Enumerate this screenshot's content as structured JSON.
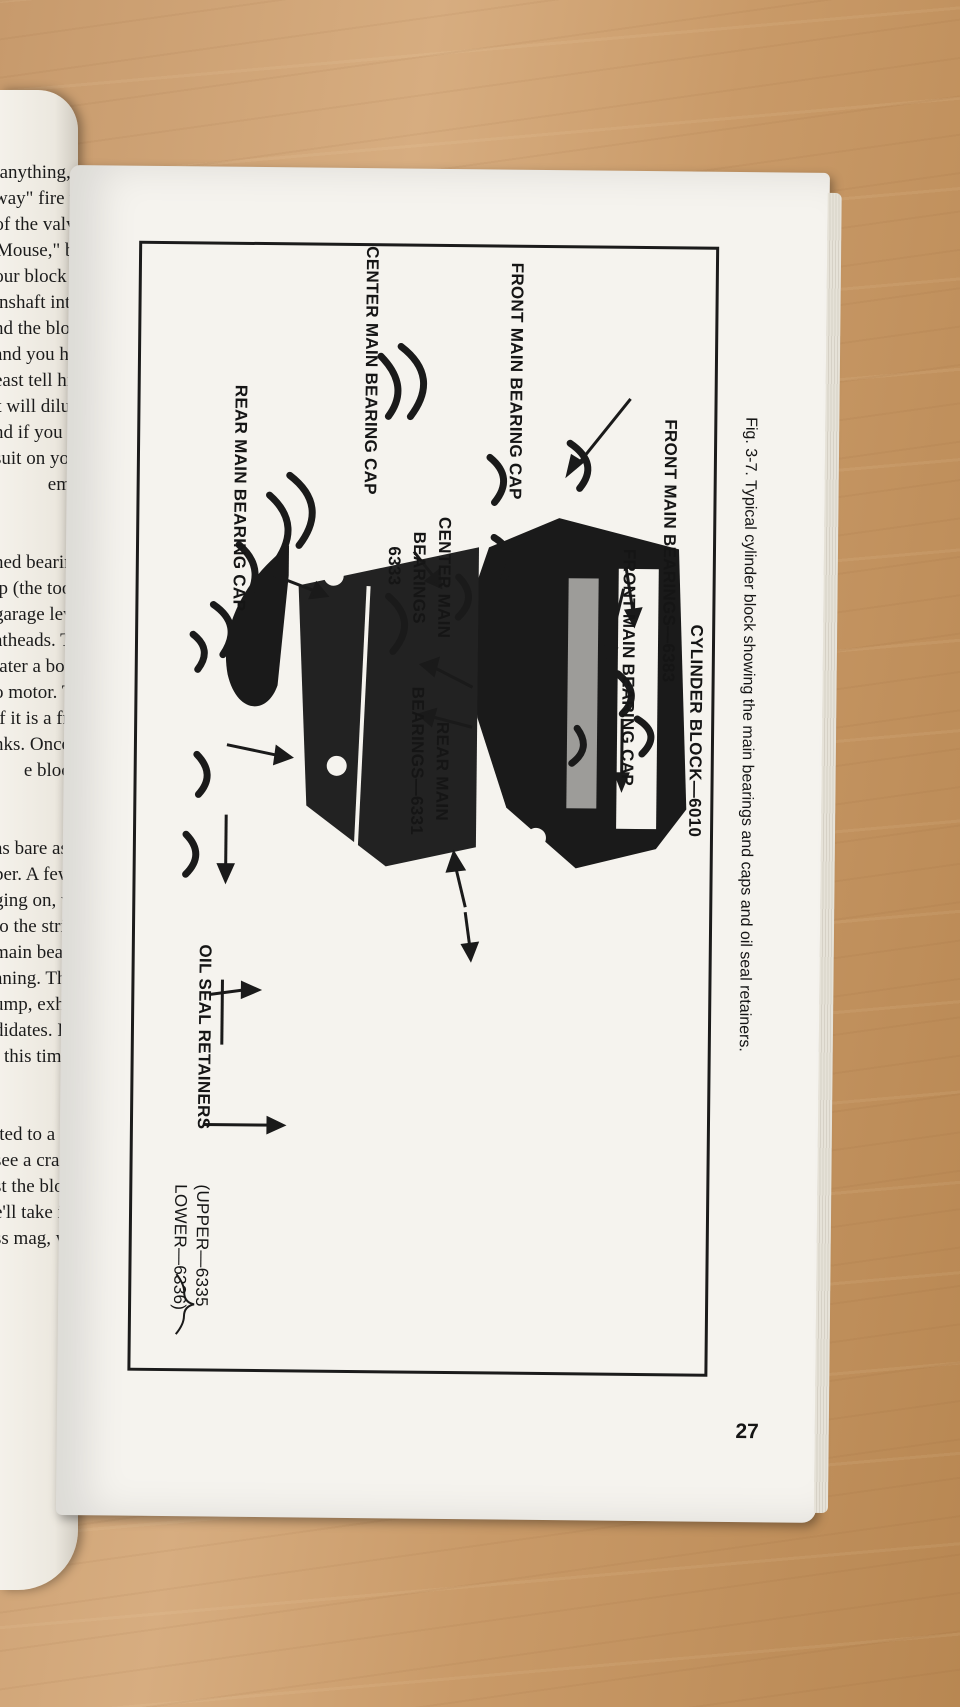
{
  "left_page": {
    "lines_top": [
      "anything, a",
      "way\" fire up",
      "of the valve",
      "Mouse,\" bu",
      "our block is",
      "nshaft intal",
      "nd the block",
      "and you have",
      "east tell him",
      "t will dilute",
      "nd if you rui",
      "suit on your",
      "emy."
    ],
    "lines_mid": [
      "ned bearings",
      "p (the tools",
      "garage level",
      "atheads. The",
      "later a bolt-on",
      "o motor. The",
      "if it is a fres",
      "nks. Once th",
      "e block."
    ],
    "lines_bottom": [
      "as bare as oil",
      "per. A few oil",
      "ging on, which",
      "to the stripper",
      "main bearings",
      "aning. The oi",
      "ump, exhaus",
      "didates. Don",
      "t this time, o"
    ],
    "lines_end": [
      "ited to a visu",
      "see a crack o",
      "st the block f",
      "e'll take it to",
      "ss mag, we'd"
    ]
  },
  "figure": {
    "labels": {
      "cylinder_block": "CYLINDER BLOCK—6010",
      "front_main_bearings": "FRONT MAIN BEARINGS—6383",
      "front_main_bearing_cap": "FRONT MAIN BEARING CAP",
      "center_main_bearings_1": "CENTER MAIN",
      "center_main_bearings_2": "BEARINGS",
      "center_main_bearings_3": "6333",
      "rear_main_bearings_1": "REAR MAIN",
      "rear_main_bearings_2": "BEARINGS—6331",
      "center_main_bearing_cap": "CENTER MAIN BEARING CAP",
      "rear_main_bearing_cap": "REAR MAIN BEARING CAP",
      "oil_seal_retainers": "OIL SEAL RETAINERS",
      "upper": "(UPPER—6335",
      "lower": "LOWER—6336)"
    },
    "caption": "Fig. 3-7. Typical cylinder block showing the main bearings and caps and oil seal retainers."
  },
  "page_number": "27",
  "colors": {
    "paper": "#f5f3ee",
    "ink": "#151515",
    "wood": "#c99a68"
  }
}
